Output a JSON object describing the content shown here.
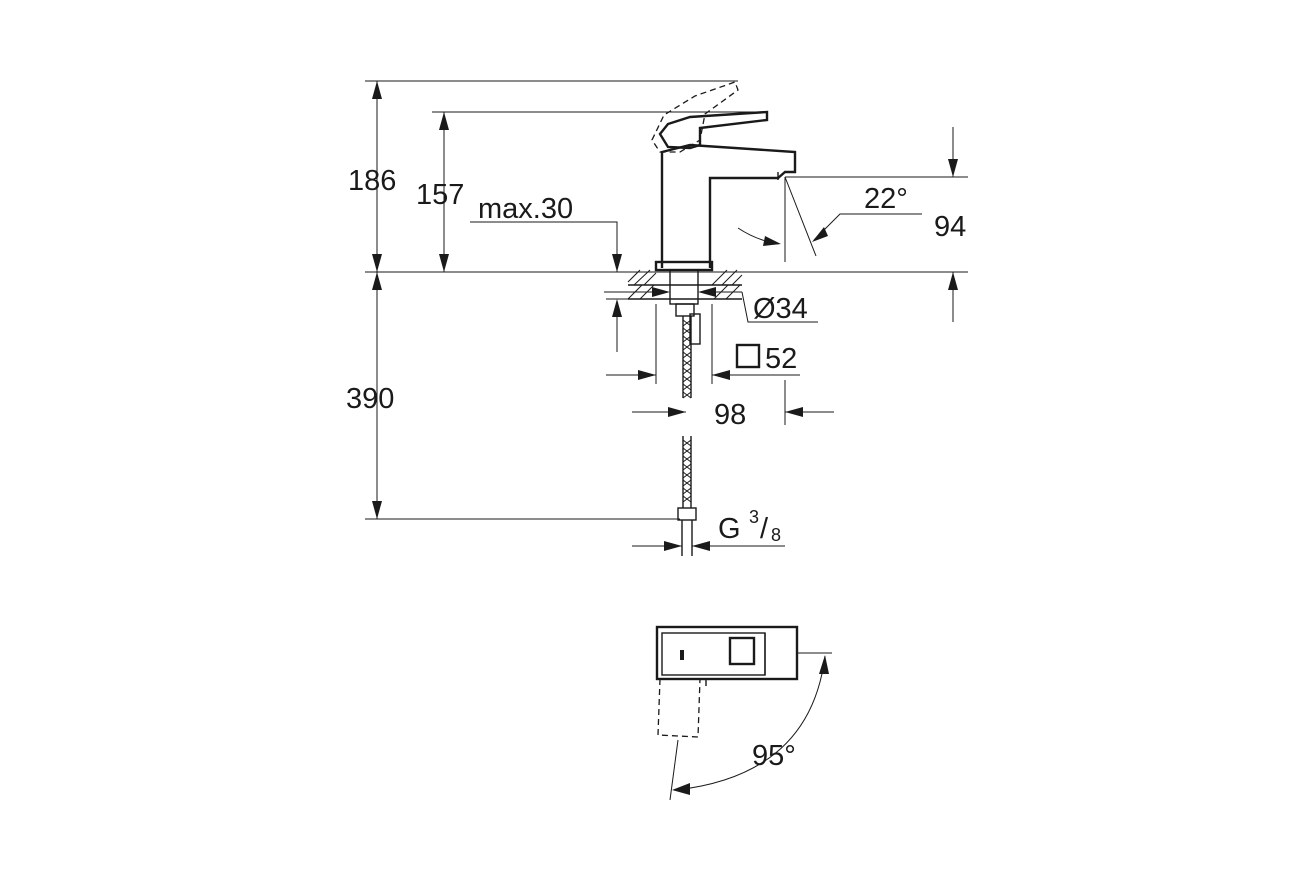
{
  "dimensions": {
    "total_height": "186",
    "spout_height": "157",
    "max_deck_thickness": "max.30",
    "spout_angle": "22°",
    "spout_outlet_height": "94",
    "hole_diameter": "Ø34",
    "base_square": "52",
    "projection": "98",
    "hose_length": "390",
    "connection_thread": "G",
    "connection_thread_num": "3",
    "connection_thread_den": "8",
    "lever_rotation": "95°"
  },
  "colors": {
    "line": "#1a1a1a",
    "background": "#ffffff"
  }
}
